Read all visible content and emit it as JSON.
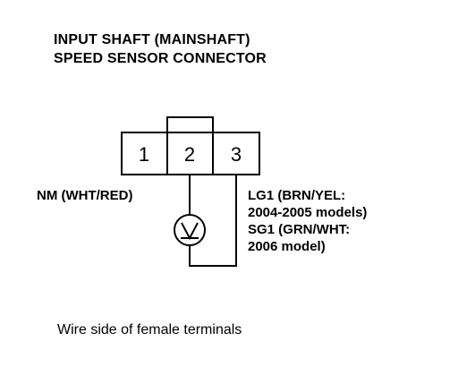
{
  "title": {
    "line1": "INPUT SHAFT (MAINSHAFT)",
    "line2": "SPEED SENSOR CONNECTOR"
  },
  "connector": {
    "terminals": [
      "1",
      "2",
      "3"
    ]
  },
  "meter_icon": "voltmeter-icon",
  "labels": {
    "left": "NM (WHT/RED)",
    "right": [
      "LG1 (BRN/YEL:",
      "2004-2005 models)",
      "SG1 (GRN/WHT:",
      "2006 model)"
    ]
  },
  "caption": "Wire side of female terminals",
  "colors": {
    "ink": "#000000",
    "background": "#ffffff"
  }
}
